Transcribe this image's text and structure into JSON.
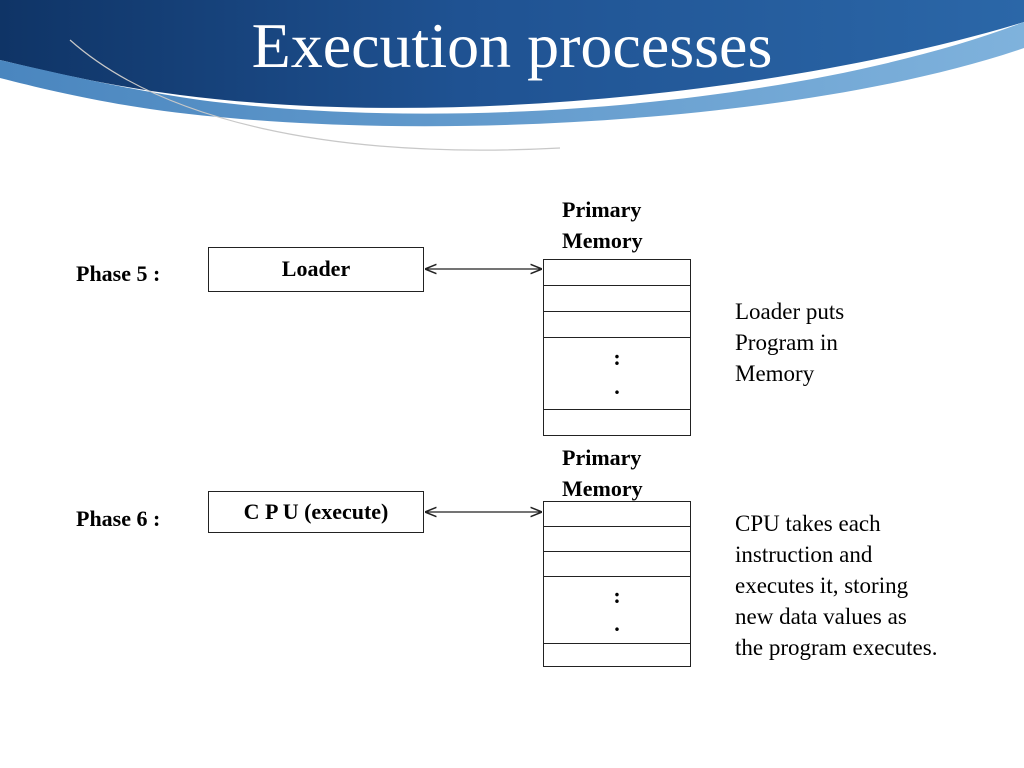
{
  "slide": {
    "title": "Execution processes"
  },
  "phase5": {
    "label": "Phase 5 :",
    "box_label": "Loader",
    "memory_title": [
      "Primary",
      "Memory"
    ],
    "memory_dots": [
      ":",
      "."
    ],
    "description": [
      "Loader puts",
      "Program in",
      "Memory"
    ]
  },
  "phase6": {
    "label": "Phase 6 :",
    "box_label": "C P U (execute)",
    "memory_title": [
      "Primary",
      "Memory"
    ],
    "memory_dots": [
      ":",
      "."
    ],
    "description": [
      "CPU takes each",
      "instruction and",
      "executes it, storing",
      "new data values as",
      "the program executes."
    ]
  },
  "colors": {
    "banner_dark": "#163c75",
    "banner_mid": "#2a63a6",
    "banner_light": "#5a93c6",
    "text": "#000000"
  }
}
